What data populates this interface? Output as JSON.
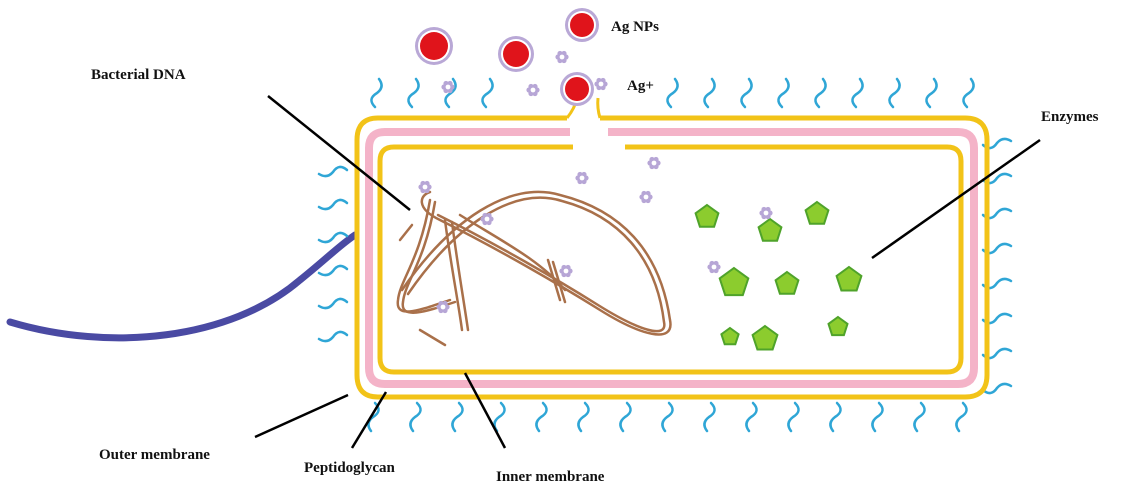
{
  "labels": {
    "ag_nps": "Ag NPs",
    "ag_ion": "Ag+",
    "bacterial_dna": "Bacterial DNA",
    "enzymes": "Enzymes",
    "outer_membrane": "Outer membrane",
    "peptidoglycan": "Peptidoglycan",
    "inner_membrane": "Inner membrane"
  },
  "colors": {
    "outer_membrane": "#f2c318",
    "peptidoglycan": "#f4b3c8",
    "inner_membrane": "#f2c318",
    "flagellum": "#4a4aa3",
    "pili": "#2fa6d6",
    "dna": "#a9704a",
    "enzyme_fill": "#8ccc2e",
    "enzyme_stroke": "#4fa32a",
    "nanoparticle_core": "#e0141b",
    "nanoparticle_ring": "#b9a8d6",
    "ion": "#b7a6d6",
    "leader_line": "#000000"
  },
  "icons": {
    "nanoparticle": "silver-nanoparticle-icon",
    "ion": "silver-ion-icon",
    "enzyme": "enzyme-pentagon-icon"
  }
}
